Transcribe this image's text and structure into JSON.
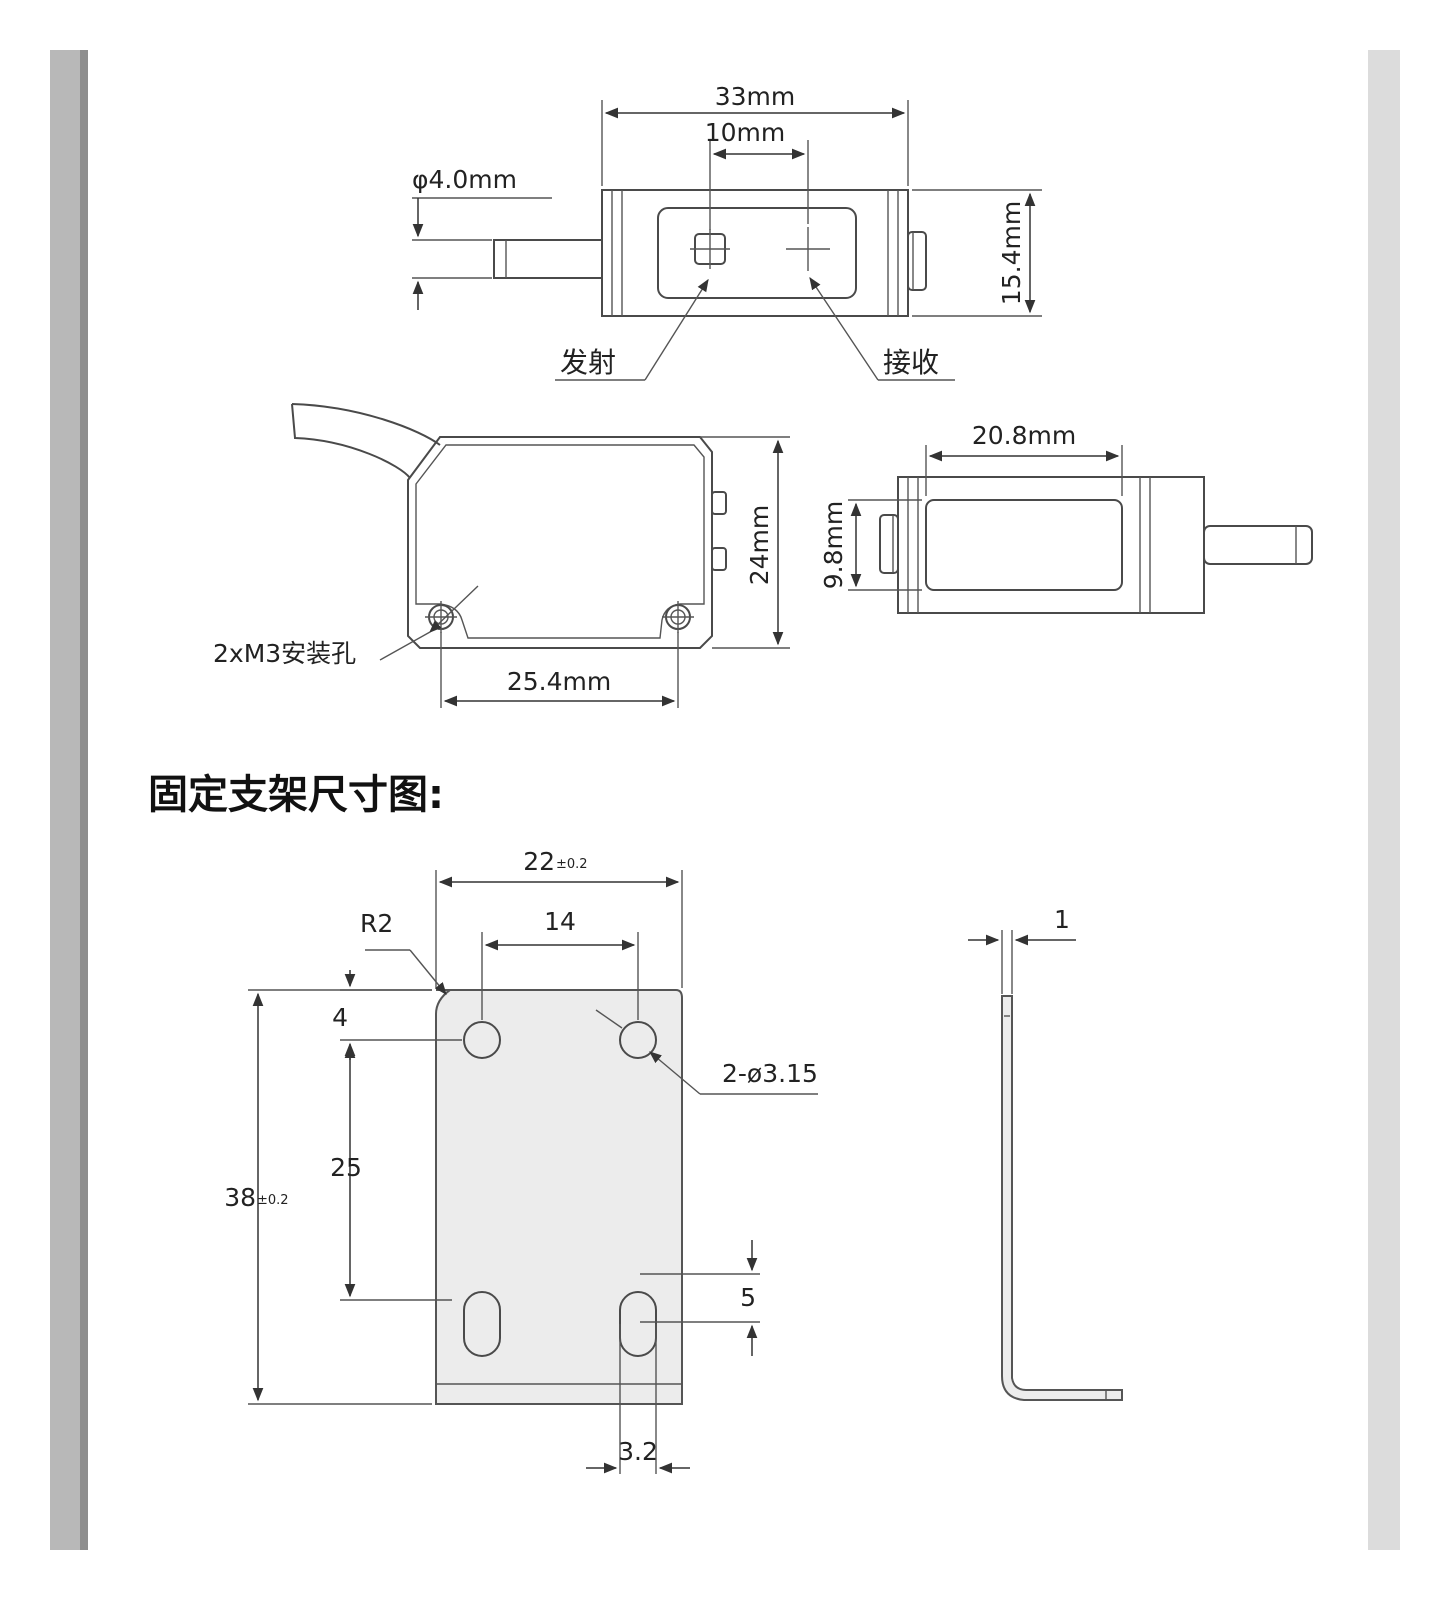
{
  "sensor": {
    "top_view": {
      "width_label": "33mm",
      "window_spacing_label": "10mm",
      "cable_diameter_label": "φ4.0mm",
      "height_label": "15.4mm",
      "emitter_label": "发射",
      "receiver_label": "接收"
    },
    "front_view": {
      "height_label": "24mm",
      "hole_spacing_label": "25.4mm",
      "mount_holes_label": "2xM3安装孔"
    },
    "side_view": {
      "window_width_label": "20.8mm",
      "window_height_label": "9.8mm"
    }
  },
  "bracket": {
    "section_title": "固定支架尺寸图:",
    "width_label": "22",
    "width_tol": "±0.2",
    "hole_spacing_label": "14",
    "corner_radius_label": "R2",
    "top_offset_label": "4",
    "hole_label": "2-ø3.15",
    "vertical_spacing_label": "25",
    "height_label": "38",
    "height_tol": "±0.2",
    "slot_length_label": "5",
    "slot_width_label": "3.2",
    "thickness_label": "1"
  }
}
